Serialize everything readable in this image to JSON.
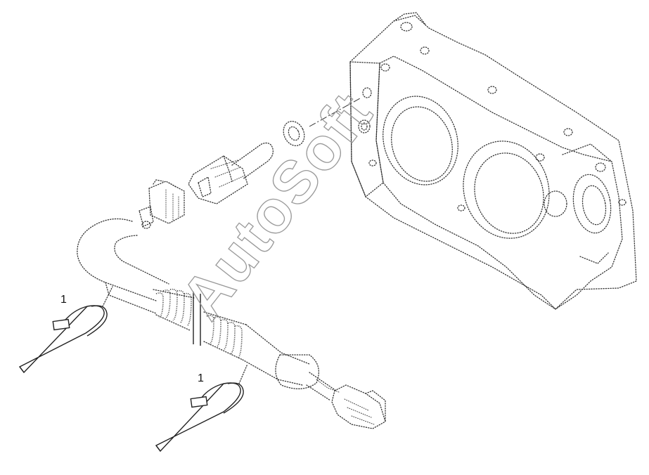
{
  "callouts": [
    {
      "id": "strap-top",
      "label": "1"
    },
    {
      "id": "strap-bottom",
      "label": "1"
    }
  ],
  "watermark": {
    "text": "AutoSoft"
  }
}
